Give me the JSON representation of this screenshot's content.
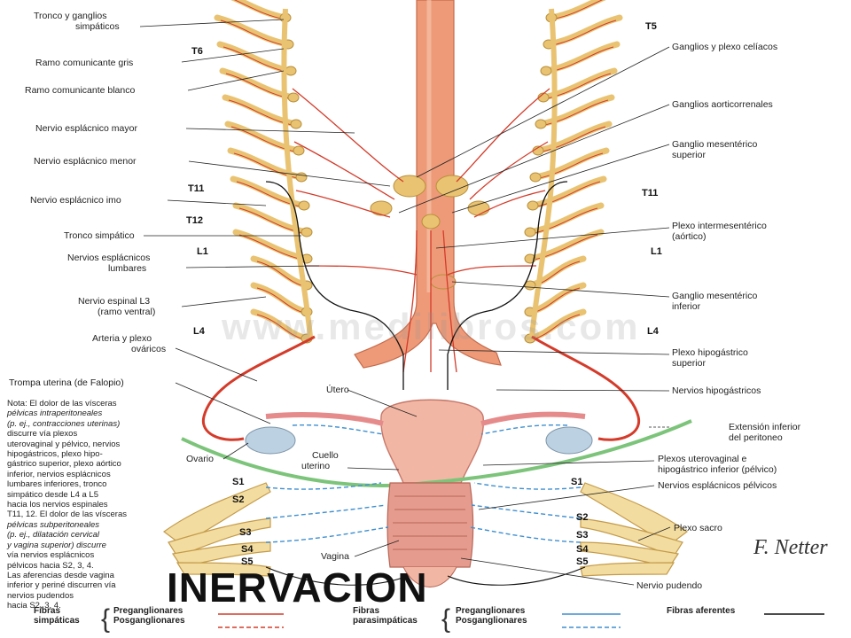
{
  "title": "INERVACION",
  "watermark": "www.medilibros.com",
  "signature": "F. Netter",
  "colors": {
    "sympathetic": "#d43b2a",
    "parasympathetic": "#3e8fd0",
    "afferent": "#111111",
    "aorta": "#ee9a78",
    "nerve": "#e9c372",
    "peritoneum": "#7cc47a"
  },
  "left_labels": [
    "Tronco y ganglios",
    "simpáticos",
    "Ramo comunicante gris",
    "Ramo comunicante blanco",
    "Nervio esplácnico mayor",
    "Nervio esplácnico menor",
    "Nervio esplácnico imo",
    "Tronco simpático",
    "Nervios esplácnicos",
    "lumbares",
    "Nervio espinal L3",
    "(ramo ventral)",
    "Arteria y plexo",
    "ováricos",
    "Trompa uterina (de Falopio)",
    "Ovario"
  ],
  "right_labels": [
    "Ganglios y plexo celíacos",
    "Ganglios aorticorrenales",
    "Ganglio mesentérico",
    "superior",
    "Plexo intermesentérico",
    "(aórtico)",
    "Ganglio mesentérico",
    "inferior",
    "Plexo hipogástrico",
    "superior",
    "Nervios hipogástricos",
    "Extensión inferior",
    "del peritoneo",
    "Plexos uterovaginal e",
    "hipogástrico inferior (pélvico)",
    "Nervios esplácnicos pélvicos",
    "Plexo sacro",
    "Nervio pudendo"
  ],
  "center_labels": [
    "Útero",
    "Cuello",
    "uterino",
    "Vagina"
  ],
  "levels": {
    "t5": "T5",
    "t6": "T6",
    "t11_left": "T11",
    "t11_right": "T11",
    "t12": "T12",
    "l1_left": "L1",
    "l1_right": "L1",
    "l4_left": "L4",
    "l4_right": "L4",
    "s1_left": "S1",
    "s2_left": "S2",
    "s3_left": "S3",
    "s4_left": "S4",
    "s5_left": "S5",
    "s1_right": "S1",
    "s2_right": "S2",
    "s3_right": "S3",
    "s4_right": "S4",
    "s5_right": "S5"
  },
  "note_lines": [
    "Nota: El dolor de las vísceras",
    "pélvicas intraperitoneales",
    "(p. ej., contracciones uterinas)",
    "discurre vía plexos",
    "uterovaginal y pélvico, nervios",
    "hipogástricos, plexo hipo-",
    "gástrico superior, plexo aórtico",
    "inferior, nervios esplácnicos",
    "lumbares inferiores, tronco",
    "simpático desde L4 a L5",
    "hacia los nervios espinales",
    "T11, 12. El dolor de las vísceras",
    "pélvicas subperitoneales",
    "(p. ej., dilatación cervical",
    "y vagina superior) discurre",
    "vía nervios esplácnicos",
    "pélvicos hacia S2, 3, 4.",
    "Las aferencias desde vagina",
    "inferior y periné discurren vía",
    "nervios pudendos",
    "hacia S2, 3, 4."
  ],
  "legend": {
    "symp_title_1": "Fibras",
    "symp_title_2": "simpáticas",
    "symp_pre": "Preganglionares",
    "symp_post": "Posganglionares",
    "para_title_1": "Fibras",
    "para_title_2": "parasimpáticas",
    "para_pre": "Preganglionares",
    "para_post": "Posganglionares",
    "aff": "Fibras aferentes"
  }
}
